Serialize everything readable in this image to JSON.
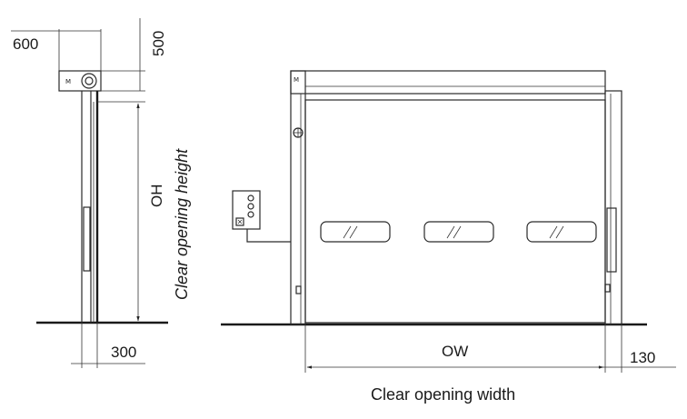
{
  "side_view": {
    "dim_top_width": "600",
    "dim_top_height": "500",
    "dim_opening_height": "OH",
    "dim_bottom_width": "300",
    "caption_vertical": "Clear opening height",
    "motor_label": "M"
  },
  "front_view": {
    "dim_opening_width": "OW",
    "dim_side_width": "130",
    "caption": "Clear opening width",
    "motor_label": "M"
  }
}
